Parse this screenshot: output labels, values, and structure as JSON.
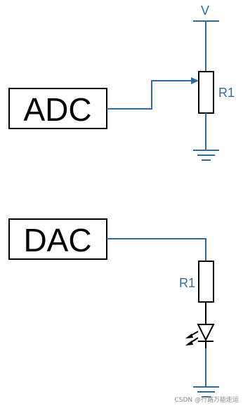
{
  "colors": {
    "wire": "#2b6da3",
    "box_stroke": "#000000",
    "text_dark": "#000000",
    "label_blue": "#2b6da3"
  },
  "top_circuit": {
    "supply_label": "V",
    "block_label": "ADC",
    "resistor_label": "R1"
  },
  "bottom_circuit": {
    "block_label": "DAC",
    "resistor_label": "R1",
    "led_icon": "led-icon"
  },
  "watermark": "CSDN @行路万能走运"
}
